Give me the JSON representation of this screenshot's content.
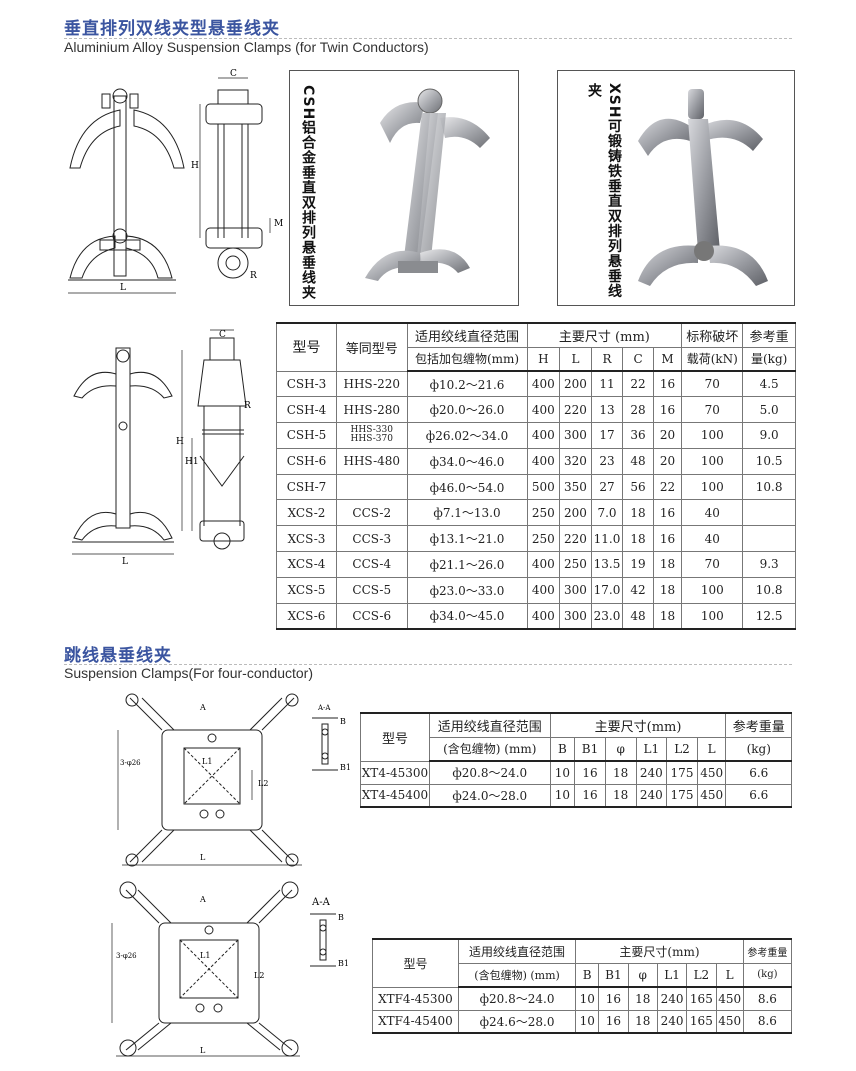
{
  "section1": {
    "title": "垂直排列双线夹型悬垂线夹",
    "subtitle": "Aluminium Alloy Suspension Clamps (for Twin Conductors)",
    "photo1_label": "CSH铝合金垂直双排列悬垂线夹",
    "photo2_label": "XSH可锻铸铁垂直双排列悬垂线夹",
    "table": {
      "h_model": "型号",
      "h_equiv": "等同型号",
      "h_range1": "适用绞线直径范围",
      "h_range2": "包括加包缠物(mm)",
      "h_dims": "主要尺寸 (mm)",
      "h_load1": "标称破坏",
      "h_load2": "载荷(kN)",
      "h_weight1": "参考重",
      "h_weight2": "量(kg)",
      "sub_cols": [
        "H",
        "L",
        "R",
        "C",
        "M"
      ],
      "rows": [
        {
          "model": "CSH-3",
          "equiv": "HHS-220",
          "range": "ф10.2～21.6",
          "H": "400",
          "L": "200",
          "R": "11",
          "C": "22",
          "M": "16",
          "load": "70",
          "weight": "4.5"
        },
        {
          "model": "CSH-4",
          "equiv": "HHS-280",
          "range": "ф20.0～26.0",
          "H": "400",
          "L": "220",
          "R": "13",
          "C": "28",
          "M": "16",
          "load": "70",
          "weight": "5.0"
        },
        {
          "model": "CSH-5",
          "equiv": "HHS-330",
          "equiv2": "HHS-370",
          "range": "ф26.02～34.0",
          "H": "400",
          "L": "300",
          "R": "17",
          "C": "36",
          "M": "20",
          "load": "100",
          "weight": "9.0"
        },
        {
          "model": "CSH-6",
          "equiv": "HHS-480",
          "range": "ф34.0～46.0",
          "H": "400",
          "L": "320",
          "R": "23",
          "C": "48",
          "M": "20",
          "load": "100",
          "weight": "10.5"
        },
        {
          "model": "CSH-7",
          "equiv": "",
          "range": "ф46.0～54.0",
          "H": "500",
          "L": "350",
          "R": "27",
          "C": "56",
          "M": "22",
          "load": "100",
          "weight": "10.8"
        },
        {
          "model": "XCS-2",
          "equiv": "CCS-2",
          "range": "ф7.1～13.0",
          "H": "250",
          "L": "200",
          "R": "7.0",
          "C": "18",
          "M": "16",
          "load": "40",
          "weight": ""
        },
        {
          "model": "XCS-3",
          "equiv": "CCS-3",
          "range": "ф13.1～21.0",
          "H": "250",
          "L": "220",
          "R": "11.0",
          "C": "18",
          "M": "16",
          "load": "40",
          "weight": ""
        },
        {
          "model": "XCS-4",
          "equiv": "CCS-4",
          "range": "ф21.1～26.0",
          "H": "400",
          "L": "250",
          "R": "13.5",
          "C": "19",
          "M": "18",
          "load": "70",
          "weight": "9.3"
        },
        {
          "model": "XCS-5",
          "equiv": "CCS-5",
          "range": "ф23.0～33.0",
          "H": "400",
          "L": "300",
          "R": "17.0",
          "C": "42",
          "M": "18",
          "load": "100",
          "weight": "10.8"
        },
        {
          "model": "XCS-6",
          "equiv": "CCS-6",
          "range": "ф34.0～45.0",
          "H": "400",
          "L": "300",
          "R": "23.0",
          "C": "48",
          "M": "18",
          "load": "100",
          "weight": "12.5"
        }
      ]
    }
  },
  "section2": {
    "title": "跳线悬垂线夹",
    "subtitle": "Suspension Clamps(For four-conductor)",
    "table1": {
      "h_model": "型号",
      "h_range1": "适用绞线直径范围",
      "h_range2": "(含包缠物) (mm)",
      "h_dims": "主要尺寸(mm)",
      "h_weight1": "参考重量",
      "h_weight2": "(kg)",
      "rows": [
        {
          "model": "XT4-45300",
          "range": "ф20.8～24.0",
          "B": "10",
          "B1": "16",
          "phi": "18",
          "L1": "240",
          "L2": "175",
          "L": "450",
          "weight": "6.6"
        },
        {
          "model": "XT4-45400",
          "range": "ф24.0～28.0",
          "B": "10",
          "B1": "16",
          "phi": "18",
          "L1": "240",
          "L2": "175",
          "L": "450",
          "weight": "6.6"
        }
      ]
    },
    "table2": {
      "h_model": "型号",
      "h_range1": "适用绞线直径范围",
      "h_range2": "(含包缠物) (mm)",
      "h_dims": "主要尺寸(mm)",
      "h_weight1": "参考重量",
      "h_weight2": "(kg)",
      "rows": [
        {
          "model": "XTF4-45300",
          "range": "ф20.8～24.0",
          "B": "10",
          "B1": "16",
          "phi": "18",
          "L1": "240",
          "L2": "165",
          "L": "450",
          "weight": "8.6"
        },
        {
          "model": "XTF4-45400",
          "range": "ф24.6～28.0",
          "B": "10",
          "B1": "16",
          "phi": "18",
          "L1": "240",
          "L2": "165",
          "L": "450",
          "weight": "8.6"
        }
      ]
    },
    "section_label": "A-A"
  },
  "drawing_labels": {
    "C": "C",
    "H": "H",
    "H1": "H1",
    "M": "M",
    "R": "R",
    "L": "L",
    "A": "A",
    "B": "B",
    "B1": "B1",
    "L1": "L1",
    "L2": "L2",
    "phi": "φ",
    "holes": "3-φ26",
    "AA": "A-A"
  }
}
